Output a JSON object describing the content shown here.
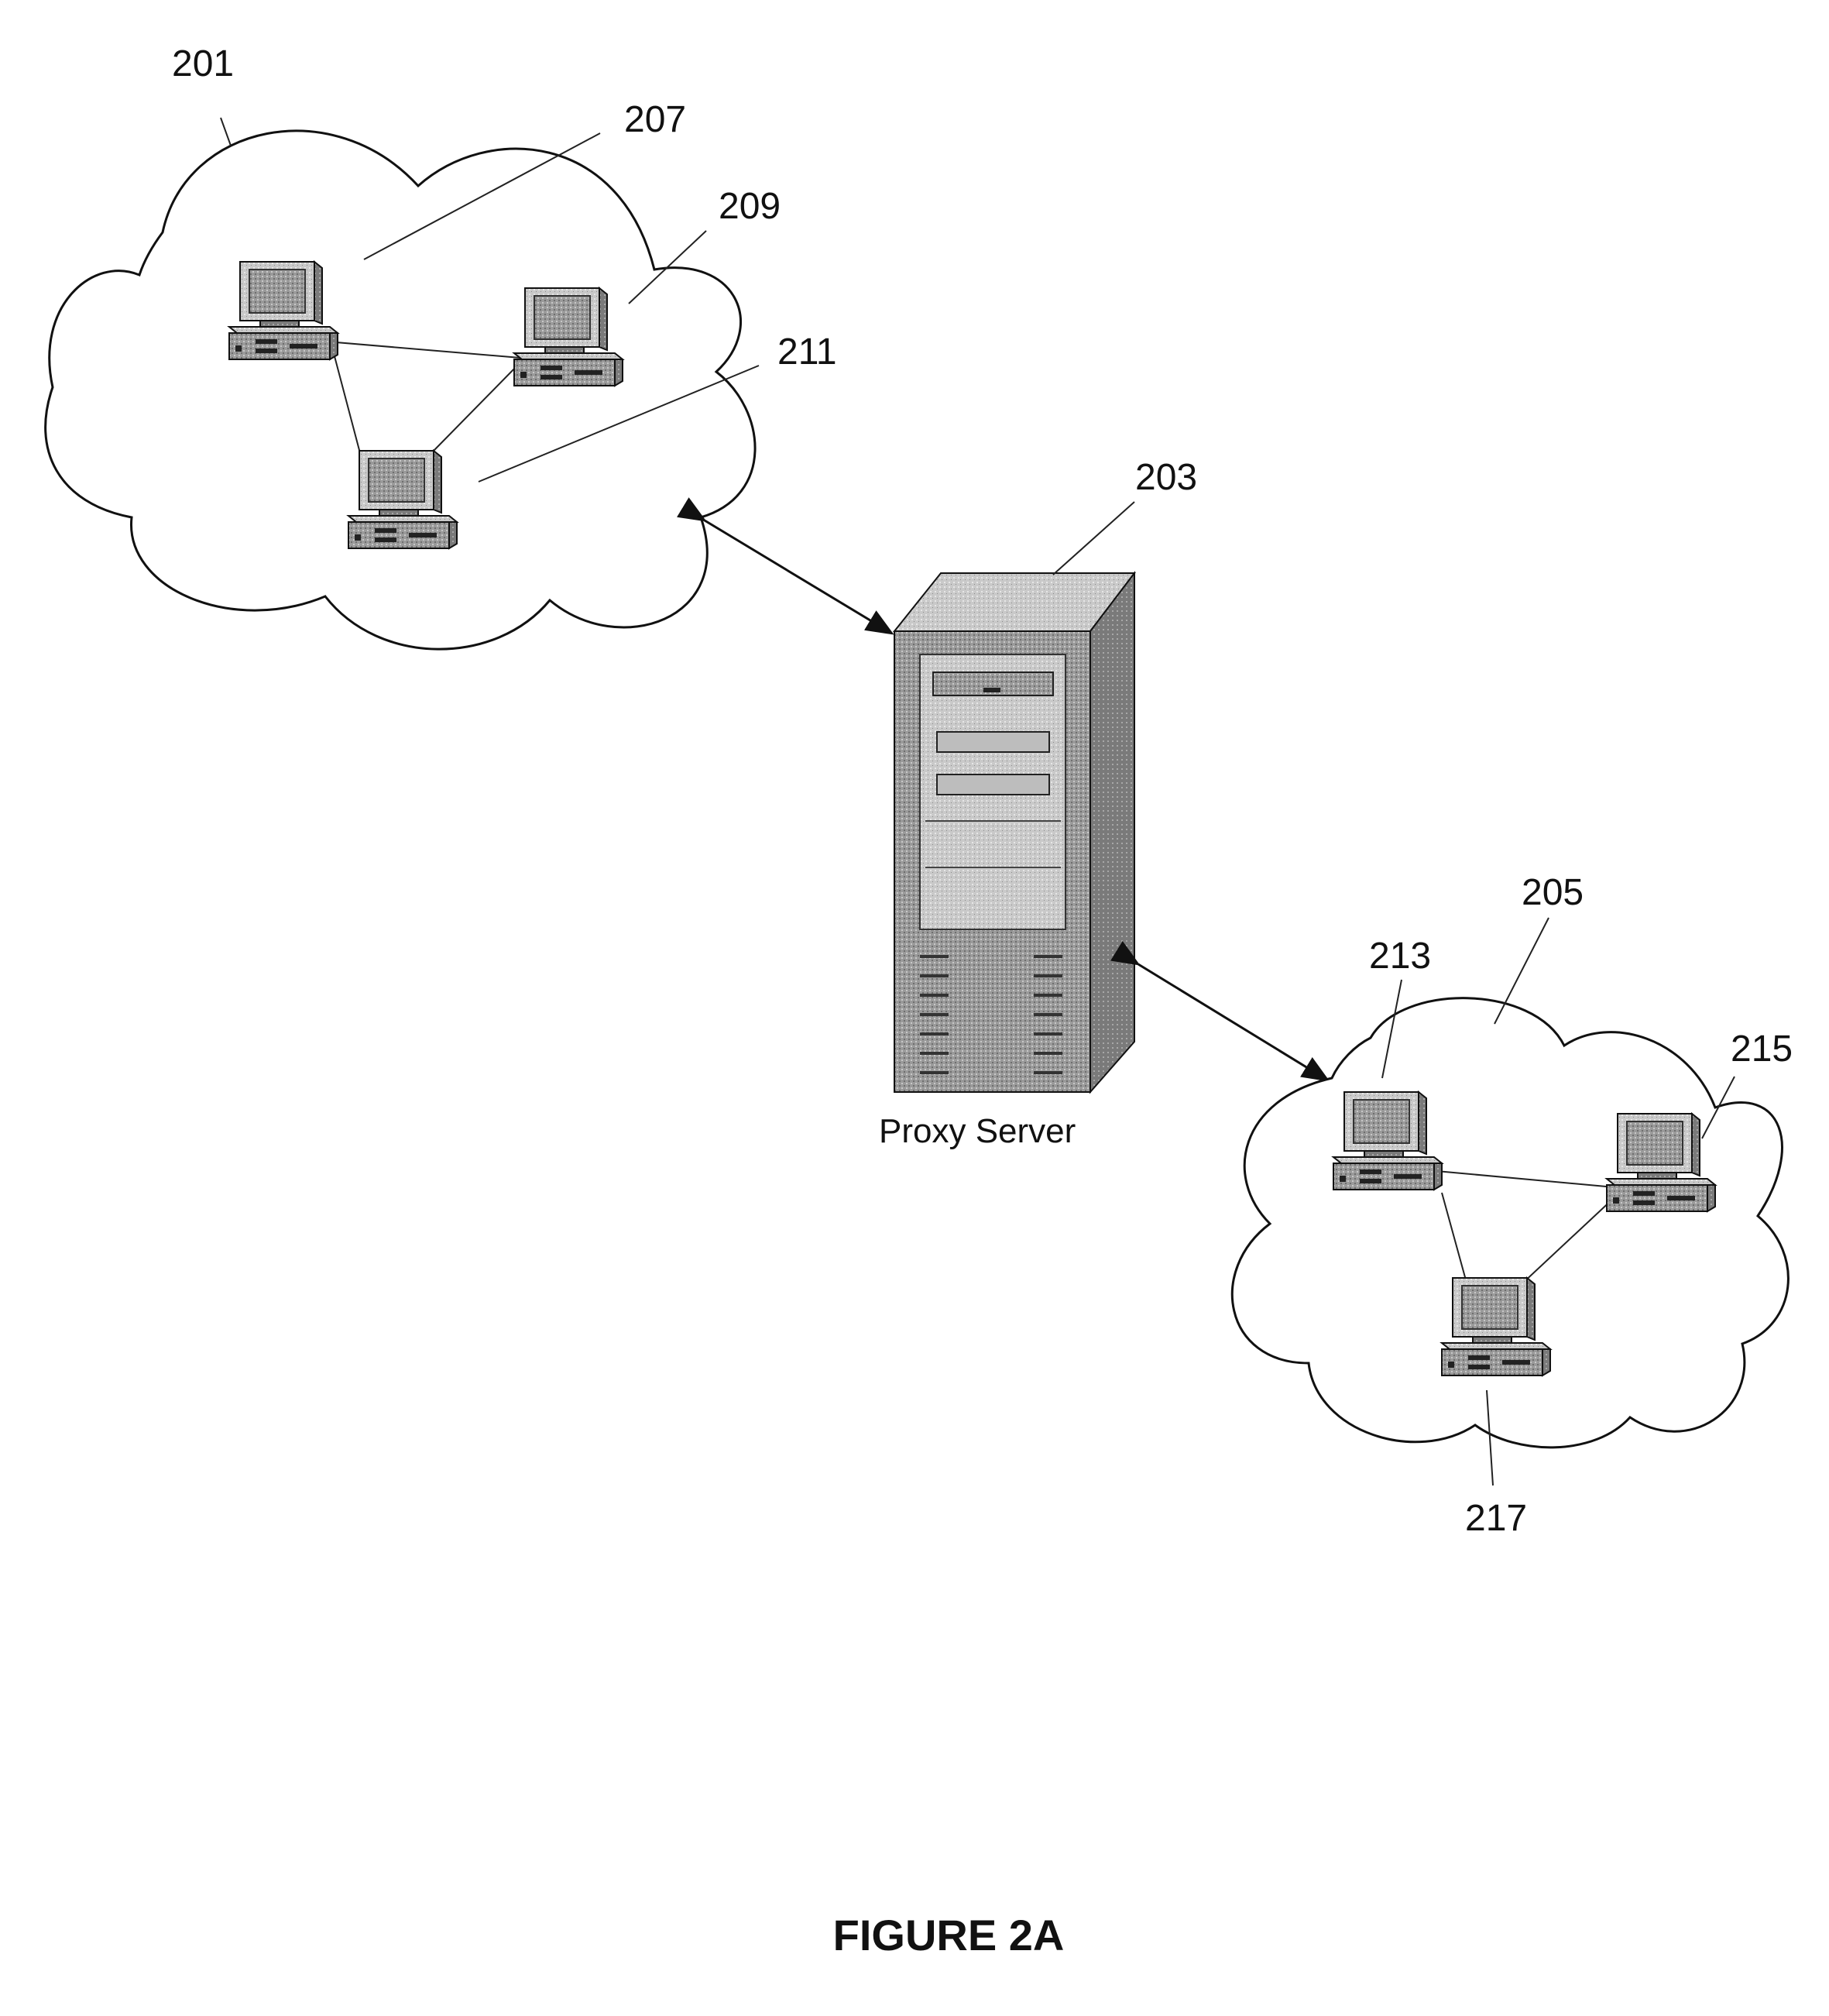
{
  "figure": {
    "caption": "FIGURE 2A",
    "labels": {
      "network_a": "201",
      "proxy": "203",
      "network_b": "205",
      "pc_207": "207",
      "pc_209": "209",
      "pc_211": "211",
      "pc_213": "213",
      "pc_215": "215",
      "pc_217": "217"
    },
    "server_name": "Proxy Server",
    "icons": {
      "computer": "desktop-computer-icon",
      "server": "tower-server-icon",
      "network": "cloud-network-icon"
    }
  }
}
